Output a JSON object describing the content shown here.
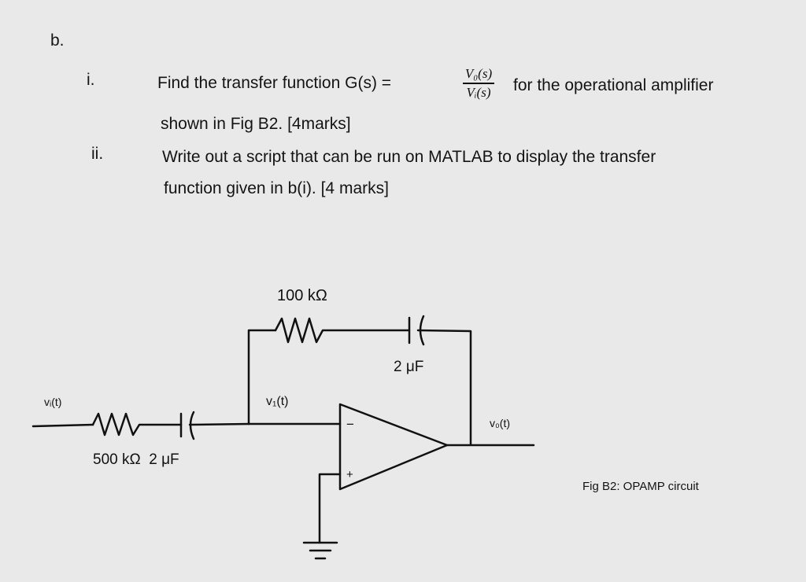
{
  "question": {
    "part_label": "b.",
    "items": [
      {
        "numeral": "i.",
        "line1_before": "Find the transfer function G(s) =",
        "fraction_num": "V₀(s)",
        "fraction_den": "Vᵢ(s)",
        "line1_after": "for the operational amplifier",
        "line2": "shown in Fig B2. [4marks]"
      },
      {
        "numeral": "ii.",
        "line1": "Write out a script that can be run on MATLAB to display the transfer",
        "line2": "function given in b(i). [4 marks]"
      }
    ]
  },
  "circuit": {
    "feedback_resistor": "100 kΩ",
    "feedback_capacitor": "2 μF",
    "node_voltage": "v₁(t)",
    "input_voltage": "vᵢ(t)",
    "output_voltage": "v₀(t)",
    "input_values": "500 kΩ  2 μF",
    "minus_terminal": "−",
    "plus_terminal": "+"
  },
  "caption": "Fig B2: OPAMP circuit"
}
